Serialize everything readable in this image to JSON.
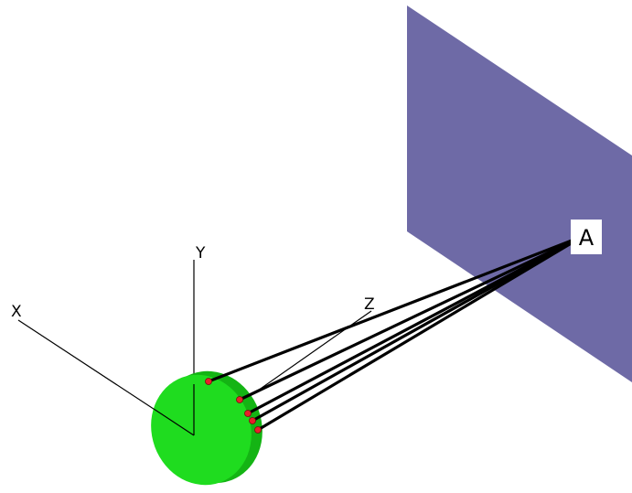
{
  "axes": {
    "x_label": "X",
    "y_label": "Y",
    "z_label": "Z"
  },
  "target_point": {
    "label": "A"
  },
  "colors": {
    "background": "#ffffff",
    "screen_plane": "#6e6aa6",
    "disk_face": "#1fdc1f",
    "disk_rim": "#14b414",
    "emitter_dots": "#e8202a",
    "rays": "#000000",
    "axes": "#000000"
  },
  "ray_count": 5
}
